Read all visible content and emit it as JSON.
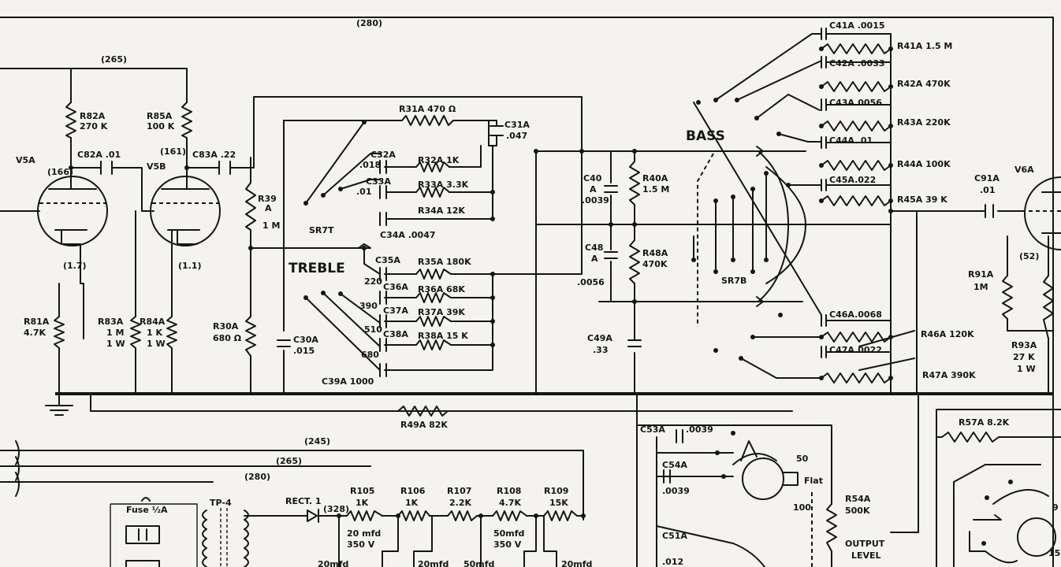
{
  "voltages": {
    "v280_top": "(280)",
    "v265_top": "(265)",
    "v166": "(166)",
    "v161": "(161)",
    "v1_7": "(1.7)",
    "v1_1": "(1.1)",
    "v52": "(52)",
    "v245": "(245)",
    "v265_low": "(265)",
    "v280_low": "(280)",
    "v328": "(328)"
  },
  "tubes": {
    "v5a": "V5A",
    "v5b": "V5B",
    "v6a": "V6A"
  },
  "sections": {
    "treble": "TREBLE",
    "bass": "BASS",
    "sr7t": "SR7T",
    "sr7b": "SR7B"
  },
  "resistors": {
    "r82a": "R82A",
    "r82a_val": "270 K",
    "r85a": "R85A",
    "r85a_val": "100 K",
    "r81a": "R81A",
    "r81a_val": "4.7K",
    "r83a": "R83A",
    "r83a_v1": "1 M",
    "r83a_v2": "1 W",
    "r84a": "R84A",
    "r84a_v1": "1 K",
    "r84a_v2": "1 W",
    "r39a_1": "R39",
    "r39a_2": "A",
    "r39a_3": "1 M",
    "r30a": "R30A",
    "r30a_val": "680 Ω",
    "r31a": "R31A 470 Ω",
    "r32a": "R32A 1K",
    "r33a": "R33A 3.3K",
    "r34a": "R34A 12K",
    "r35a": "R35A 180K",
    "r36a": "R36A 68K",
    "r37a": "R37A 39K",
    "r38a": "R38A 15 K",
    "r40a": "R40A",
    "r40a_val": "1.5 M",
    "r48a": "R48A",
    "r48a_val": "470K",
    "r41a": "R41A 1.5 M",
    "r42a": "R42A 470K",
    "r43a": "R43A 220K",
    "r44a": "R44A 100K",
    "r45a": "R45A 39 K",
    "r46a": "R46A 120K",
    "r47a": "R47A 390K",
    "r49a": "R49A 82K",
    "r91a": "R91A",
    "r91a_val": "1M",
    "r93a": "R93A",
    "r93a_v1": "27 K",
    "r93a_v2": "1 W",
    "r57a": "R57A 8.2K",
    "r54a": "R54A",
    "r54a_val": "500K",
    "r105": "R105",
    "r105_val": "1K",
    "r106": "R106",
    "r106_val": "1K",
    "r107": "R107",
    "r107_val": "2.2K",
    "r108": "R108",
    "r108_val": "4.7K",
    "r109": "R109",
    "r109_val": "15K"
  },
  "capacitors": {
    "c82a": "C82A .01",
    "c83a": "C83A .22",
    "c31a": "C31A",
    "c31a_val": ".047",
    "c32a": "C32A",
    "c32a_val": ".018",
    "c33a": "C33A",
    "c33a_val": ".01",
    "c34a": "C34A .0047",
    "c35a": "C35A",
    "c36a": "C36A",
    "c37a": "C37A",
    "c38a": "C38A",
    "c36a_val": "220",
    "c37a_val": "390",
    "c38a_val": "510",
    "c39a_val2": "680",
    "c39a": "C39A 1000",
    "c30a": "C30A",
    "c30a_val": ".015",
    "c40": "C40",
    "c40_a": "A",
    "c40_val": ".0039",
    "c48": "C48",
    "c48_a": "A",
    "c48_val": ".0056",
    "c49a": "C49A",
    "c49a_val": ".33",
    "c41a": "C41A .0015",
    "c42a": "C42A .0033",
    "c43a": "C43A.0056",
    "c44a": "C44A .01",
    "c45a": "C45A.022",
    "c46a": "C46A.0068",
    "c47a": "C47A.0022",
    "c91a": "C91A",
    "c91a_val": ".01",
    "c53a": "C53A",
    "c53a_val": ".0039",
    "c54a": "C54A",
    "c54a_val": ".0039",
    "c51a": "C51A",
    "c51a_val": ".012"
  },
  "power": {
    "fuse": "Fuse ½A",
    "tp4": "TP-4",
    "rect": "RECT. 1",
    "c1": "20 mfd",
    "c1_v": "350 V",
    "c2": "50mfd",
    "c2_v": "350 V",
    "c_low1": "20mfd",
    "c_low2": "20mfd",
    "c_low3": "50mfd",
    "c_low4": "20mfd"
  },
  "output": {
    "pos50": "50",
    "flat": "Flat",
    "pos100": "100",
    "level1": "OUTPUT",
    "level2": "LEVEL",
    "nine": "9",
    "fifteen": "15"
  }
}
